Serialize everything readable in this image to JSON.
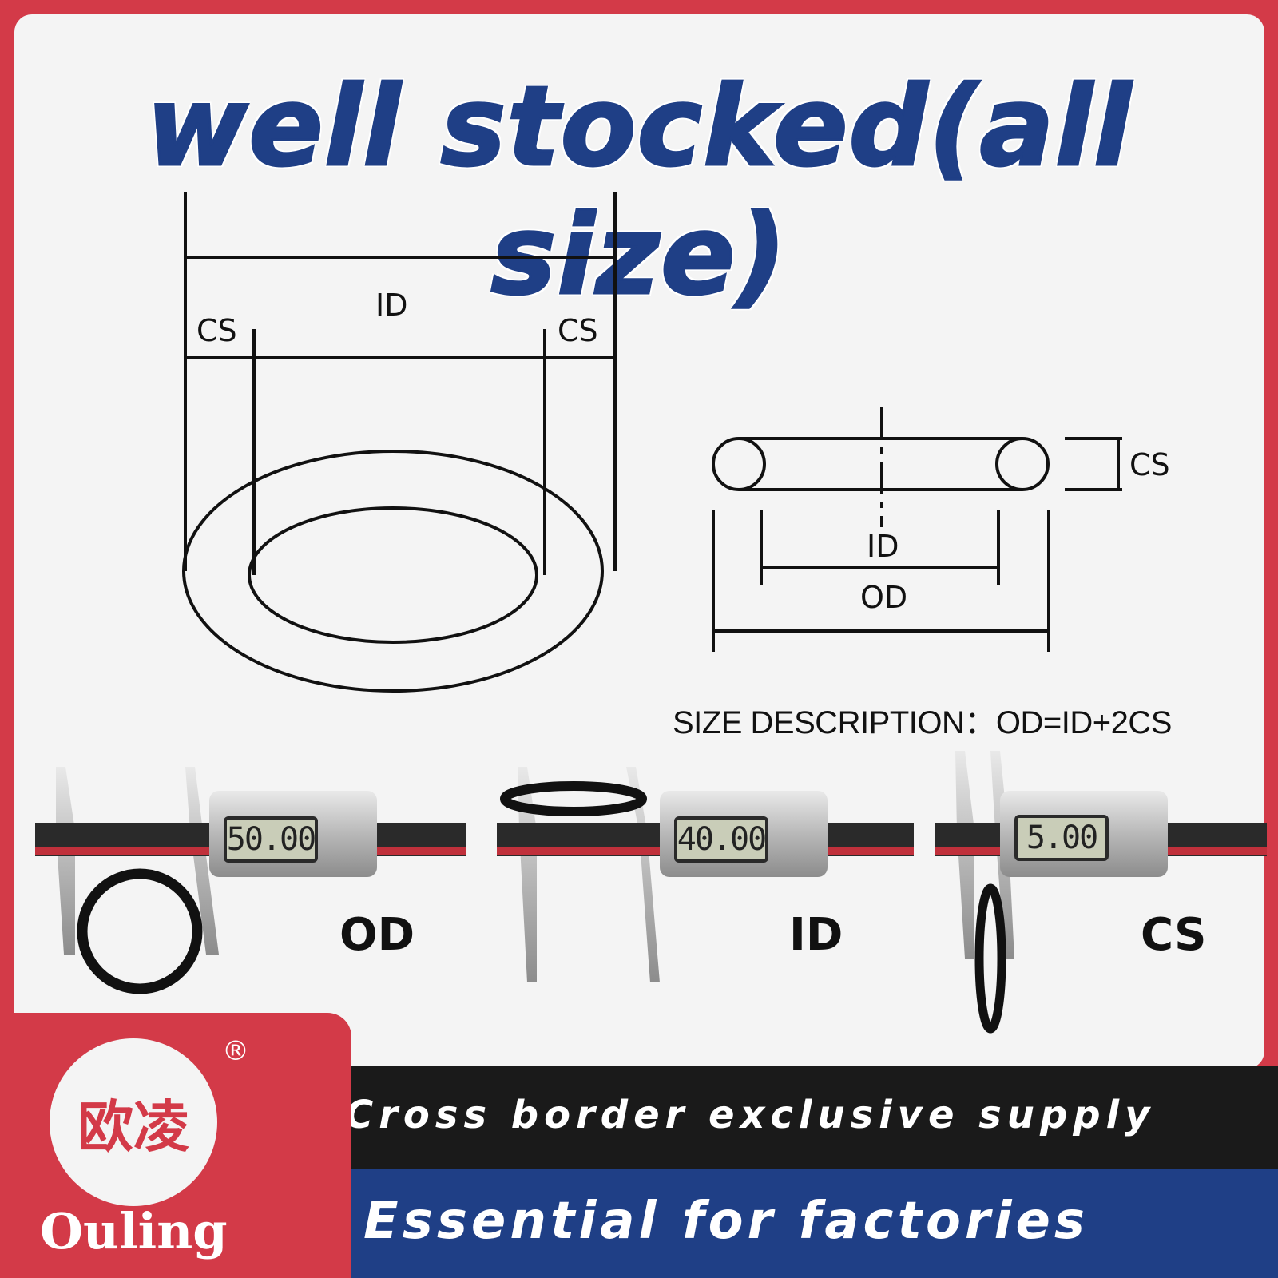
{
  "headline": "well stocked(all size)",
  "diagram_labels": {
    "id_top": "ID",
    "cs_left": "CS",
    "cs_right": "CS",
    "cs_side": "CS",
    "id_side": "ID",
    "od_side": "OD"
  },
  "size_description": "SIZE DESCRIPTION：OD=ID+2CS",
  "measurements": [
    {
      "label": "OD",
      "reading": "50.00"
    },
    {
      "label": "ID",
      "reading": "40.00"
    },
    {
      "label": "CS",
      "reading": "5.00"
    }
  ],
  "brand": {
    "name": "Ouling",
    "registered": "®",
    "seal_text": "欧凌"
  },
  "slogans": {
    "line1": "Cross border exclusive supply",
    "line2": "Essential for factories"
  },
  "colors": {
    "accent_red": "#d33a48",
    "navy": "#1f3f86",
    "dark_band": "#1a1a1a"
  }
}
